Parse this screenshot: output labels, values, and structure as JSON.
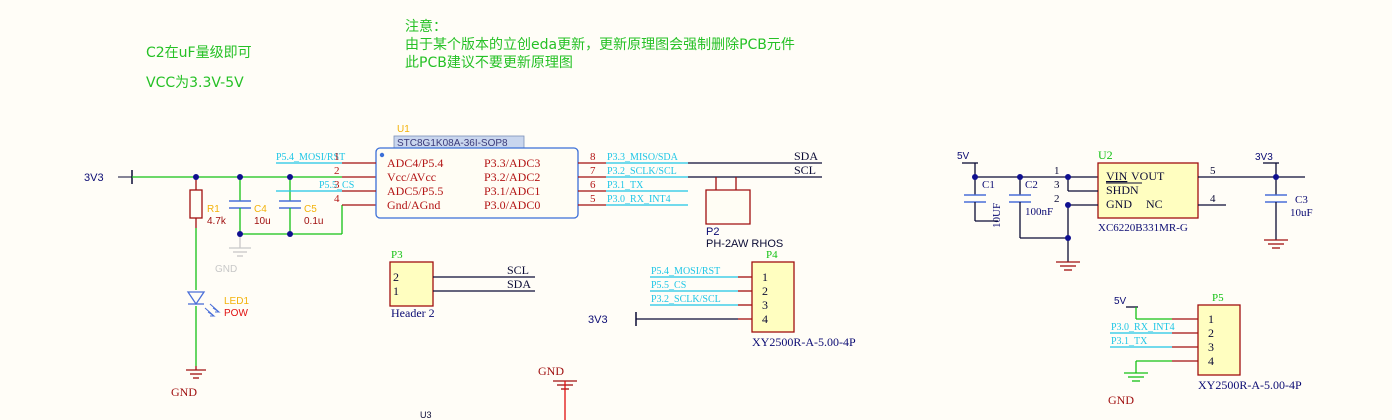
{
  "notes": {
    "c2_note": "C2在uF量级即可",
    "vcc_note": "VCC为3.3V-5V",
    "warning_title": "注意：",
    "warning_line1": "由于某个版本的立创eda更新，更新原理图会强制删除PCB元件",
    "warning_line2": "此PCB建议不要更新原理图"
  },
  "mcu": {
    "designator": "U1",
    "part": "STC8G1K08A-36I-SOP8",
    "left_pins": [
      {
        "num": "1",
        "name": "ADC4/P5.4",
        "net": "P5.4_MOSI/RST"
      },
      {
        "num": "2",
        "name": "Vcc/AVcc",
        "net": ""
      },
      {
        "num": "3",
        "name": "ADC5/P5.5",
        "net": "P5.5_CS"
      },
      {
        "num": "4",
        "name": "Gnd/AGnd",
        "net": ""
      }
    ],
    "right_pins": [
      {
        "num": "8",
        "name": "P3.3/ADC3",
        "net": "P3.3_MISO/SDA"
      },
      {
        "num": "7",
        "name": "P3.2/ADC2",
        "net": "P3.2_SCLK/SCL"
      },
      {
        "num": "6",
        "name": "P3.1/ADC1",
        "net": "P3.1_TX"
      },
      {
        "num": "5",
        "name": "P3.0/ADC0",
        "net": "P3.0_RX_INT4"
      }
    ],
    "sda_label": "SDA",
    "scl_label": "SCL"
  },
  "input_power": {
    "rail": "3V3",
    "r1": {
      "ref": "R1",
      "value": "4.7k"
    },
    "c4": {
      "ref": "C4",
      "value": "10u"
    },
    "c5": {
      "ref": "C5",
      "value": "0.1u"
    },
    "led": {
      "ref": "LED1",
      "value": "POW"
    },
    "gnd_label": "GND",
    "gnd_label_grey": "GND"
  },
  "p2": {
    "ref": "P2",
    "part": "PH-2AW RHOS"
  },
  "p3": {
    "ref": "P3",
    "part": "Header 2",
    "pins": [
      {
        "num": "2",
        "net": "SCL"
      },
      {
        "num": "1",
        "net": "SDA"
      }
    ]
  },
  "p4": {
    "ref": "P4",
    "part": "XY2500R-A-5.00-4P",
    "pins": [
      {
        "num": "1",
        "net": "P5.4_MOSI/RST"
      },
      {
        "num": "2",
        "net": "P5.5_CS"
      },
      {
        "num": "3",
        "net": "P3.2_SCLK/SCL"
      },
      {
        "num": "4",
        "net": "3V3"
      }
    ]
  },
  "regulator": {
    "ref": "U2",
    "part": "XC6220B331MR-G",
    "pin_names": {
      "vin": "VIN",
      "vout": "VOUT",
      "shdn": "SHDN",
      "gnd": "GND",
      "nc": "NC"
    },
    "pin_nums": {
      "vin": "1",
      "shdn": "3",
      "gnd": "2",
      "vout": "5",
      "nc": "4"
    },
    "in_rail": "5V",
    "out_rail": "3V3",
    "c1": {
      "ref": "C1",
      "value": "10UF"
    },
    "c2": {
      "ref": "C2",
      "value": "100nF"
    },
    "c3": {
      "ref": "C3",
      "value": "10uF"
    }
  },
  "p5": {
    "ref": "P5",
    "part": "XY2500R-A-5.00-4P",
    "rail": "5V",
    "pins": [
      {
        "num": "1",
        "net": ""
      },
      {
        "num": "2",
        "net": "P3.0_RX_INT4"
      },
      {
        "num": "3",
        "net": "P3.1_TX"
      },
      {
        "num": "4",
        "net": ""
      }
    ],
    "gnd_label": "GND"
  },
  "u3": {
    "ref": "U3",
    "gnd_label": "GND"
  },
  "colors": {
    "wire": "#14c214",
    "net_label": "#1fc6e6",
    "component": "#a01010",
    "body_outline": "#a01010",
    "body_fill": "#fffec0",
    "mcu_outline": "#3b6fd8",
    "mcu_fill": "#fffdf4",
    "pin_name": "#b31515",
    "pin_number": "#b31515",
    "value_text": "#0b0b73",
    "designator_green": "#14c214",
    "designator_amber": "#f3b20a",
    "note_text": "#26c126",
    "cap_blue": "#4a6fd8",
    "junction": "#101090",
    "dark_wire": "#0b0b35"
  }
}
